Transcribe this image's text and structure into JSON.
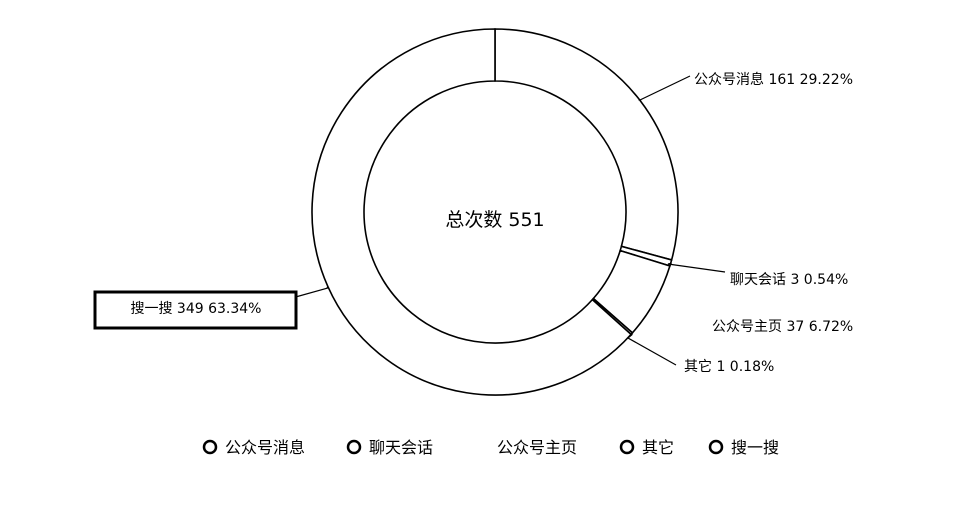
{
  "chart_data": {
    "type": "pie",
    "center_label": "总次数 551",
    "total": 551,
    "slices": [
      {
        "name": "公众号消息",
        "value": 161,
        "percent": "29.22%",
        "label": "公众号消息 161 29.22%"
      },
      {
        "name": "聊天会话",
        "value": 3,
        "percent": "0.54%",
        "label": "聊天会话 3 0.54%"
      },
      {
        "name": "公众号主页",
        "value": 37,
        "percent": "6.72%",
        "label": "公众号主页 37 6.72%"
      },
      {
        "name": "其它",
        "value": 1,
        "percent": "0.18%",
        "label": "其它 1 0.18%"
      },
      {
        "name": "搜一搜",
        "value": 349,
        "percent": "63.34%",
        "label": "搜一搜 349 63.34%"
      }
    ],
    "legend_position": "bottom",
    "legend": [
      {
        "name": "公众号消息",
        "marker": true
      },
      {
        "name": "聊天会话",
        "marker": true
      },
      {
        "name": "公众号主页",
        "marker": false
      },
      {
        "name": "其它",
        "marker": true
      },
      {
        "name": "搜一搜",
        "marker": true
      }
    ],
    "highlighted_label": "搜一搜 349 63.34%"
  }
}
